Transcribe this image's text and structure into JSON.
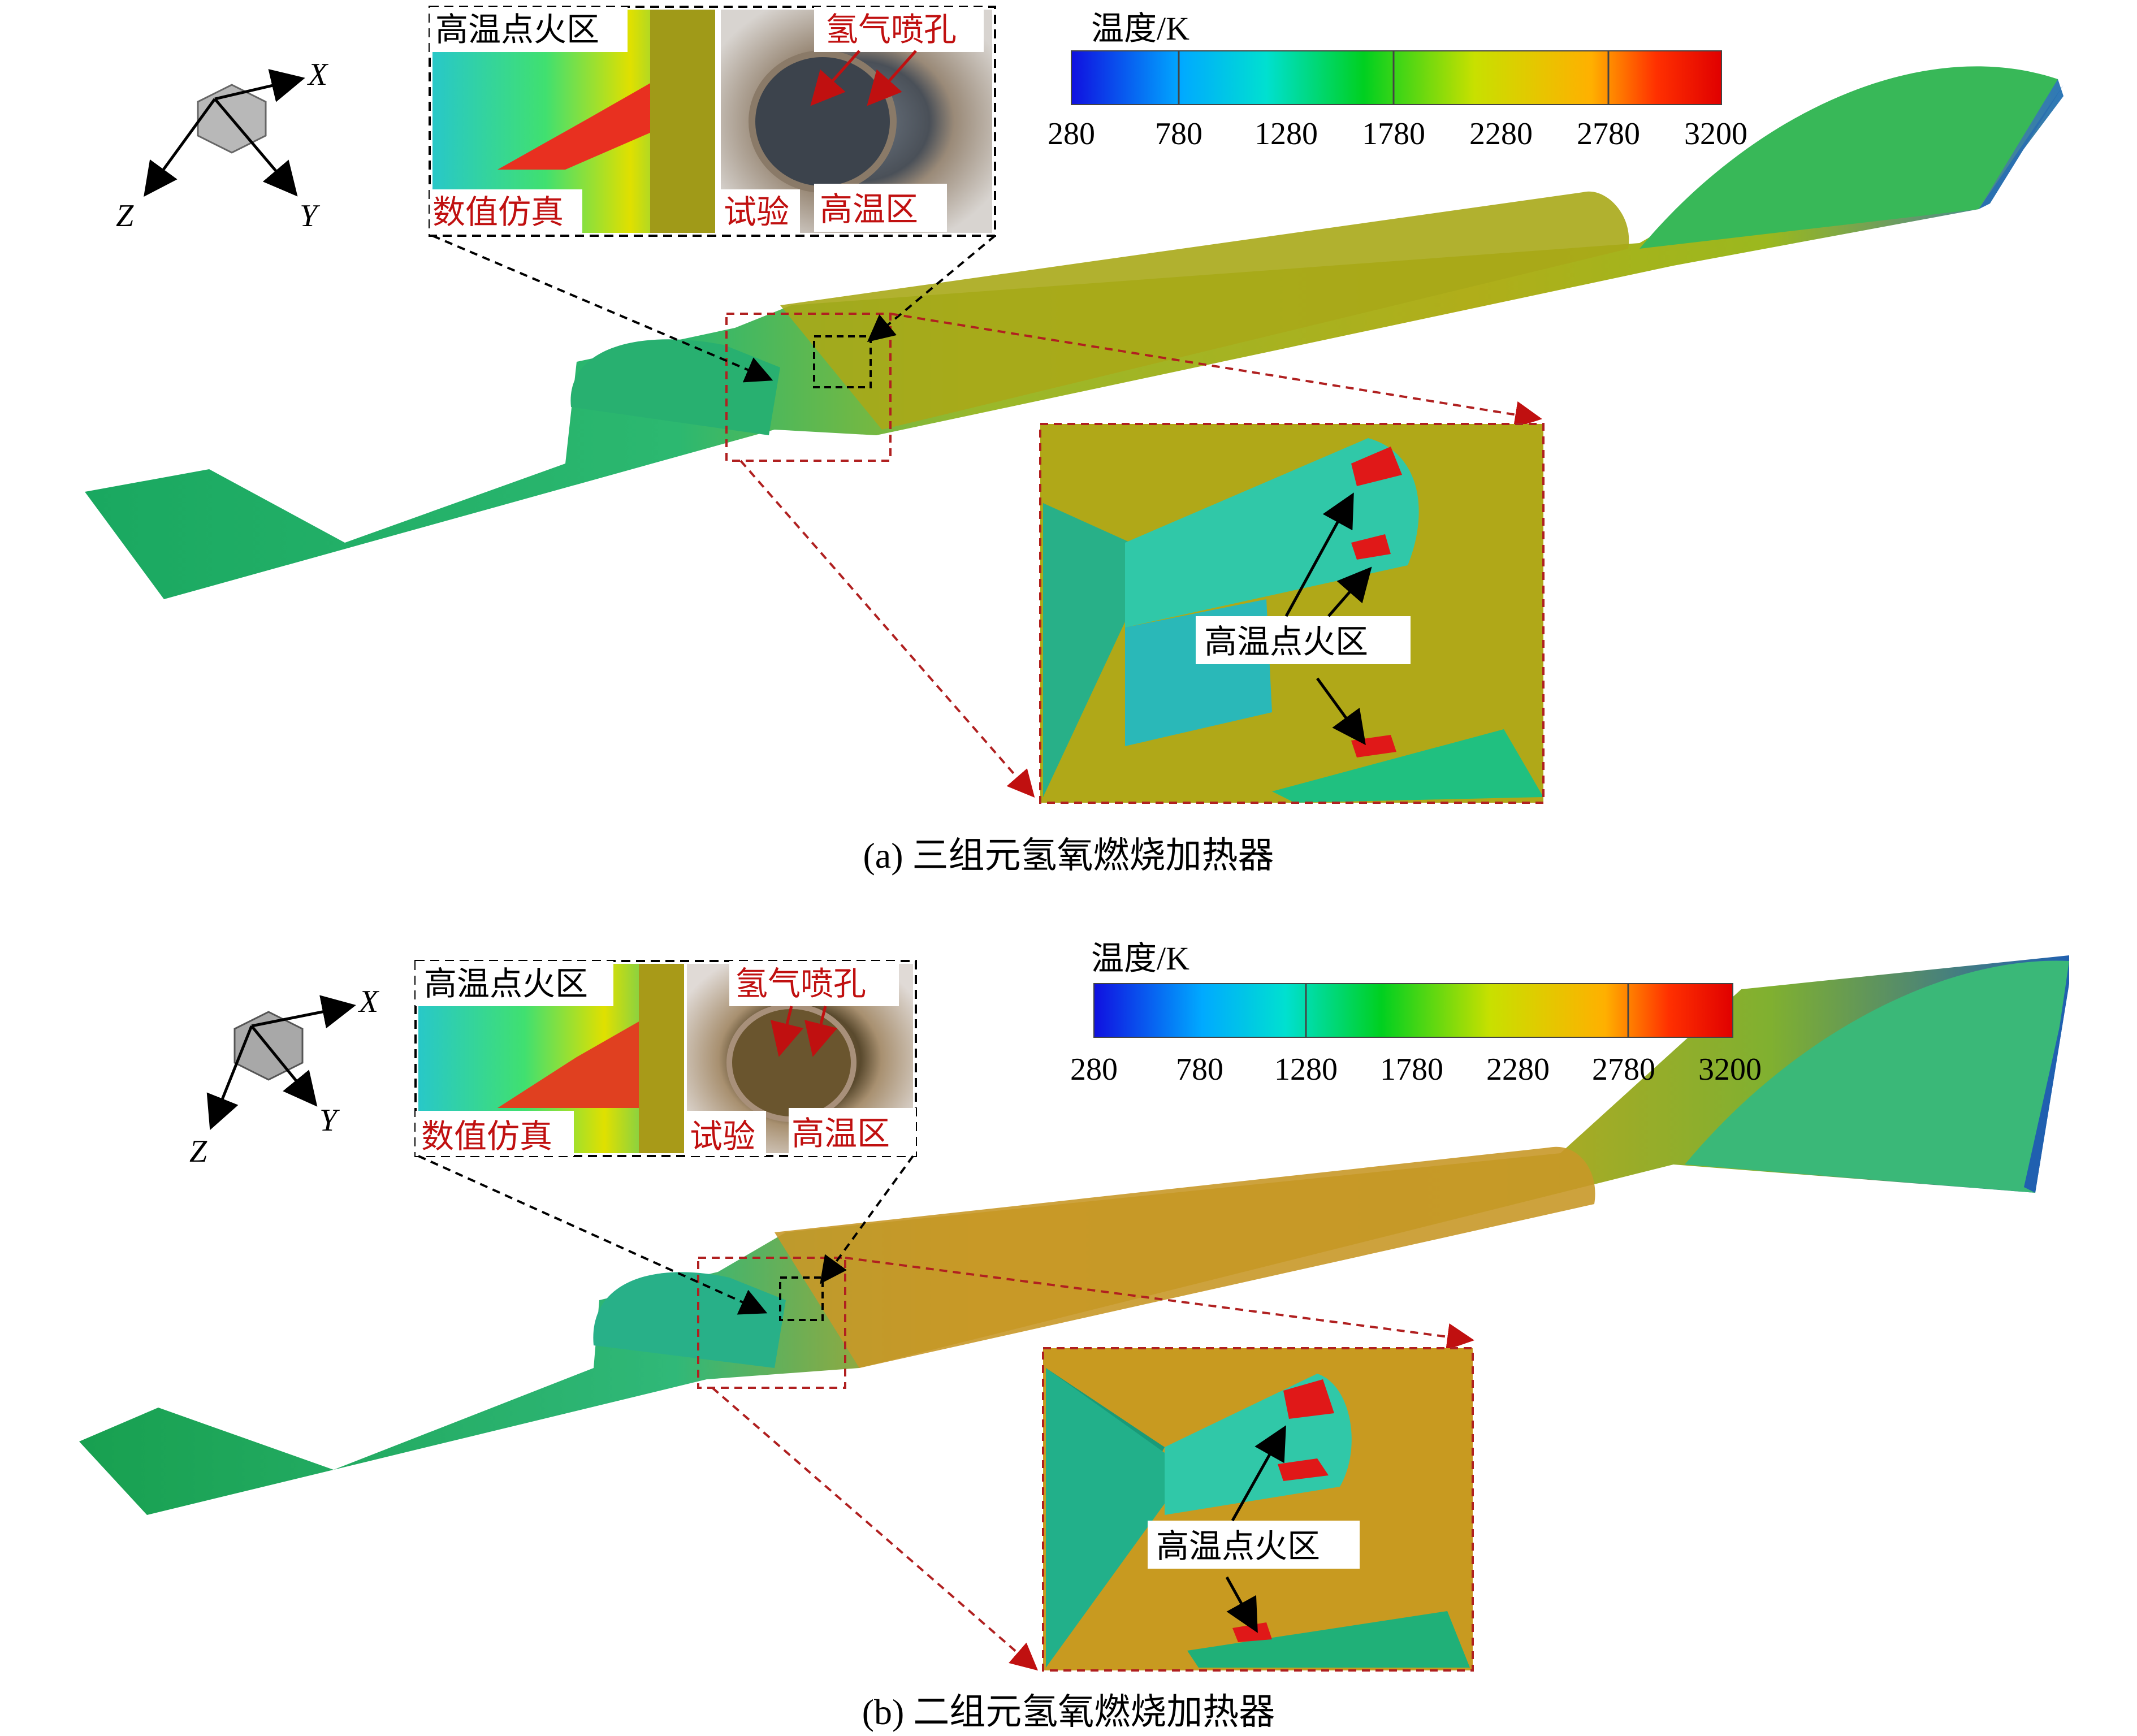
{
  "axes": {
    "x": "X",
    "y": "Y",
    "z": "Z"
  },
  "colorbar": {
    "title": "温度/K",
    "ticks": [
      "280",
      "780",
      "1280",
      "1780",
      "2280",
      "2780",
      "3200"
    ],
    "colors": [
      "#1010e0",
      "#00aaff",
      "#00e0d0",
      "#00d020",
      "#c8e000",
      "#ffb000",
      "#ff3000",
      "#e00000"
    ]
  },
  "panel_a": {
    "caption": "(a) 三组元氢氧燃烧加热器",
    "inset": {
      "simulation_hot_label": "高温点火区",
      "simulation_label": "数值仿真",
      "h2_hole_label": "氢气喷孔",
      "experiment_label": "试验",
      "experiment_hot_label": "高温区"
    },
    "zoom_label": "高温点火区"
  },
  "panel_b": {
    "caption": "(b) 二组元氢氧燃烧加热器",
    "inset": {
      "simulation_hot_label": "高温点火区",
      "simulation_label": "数值仿真",
      "h2_hole_label": "氢气喷孔",
      "experiment_label": "试验",
      "experiment_hot_label": "高温区"
    },
    "zoom_label": "高温点火区"
  }
}
